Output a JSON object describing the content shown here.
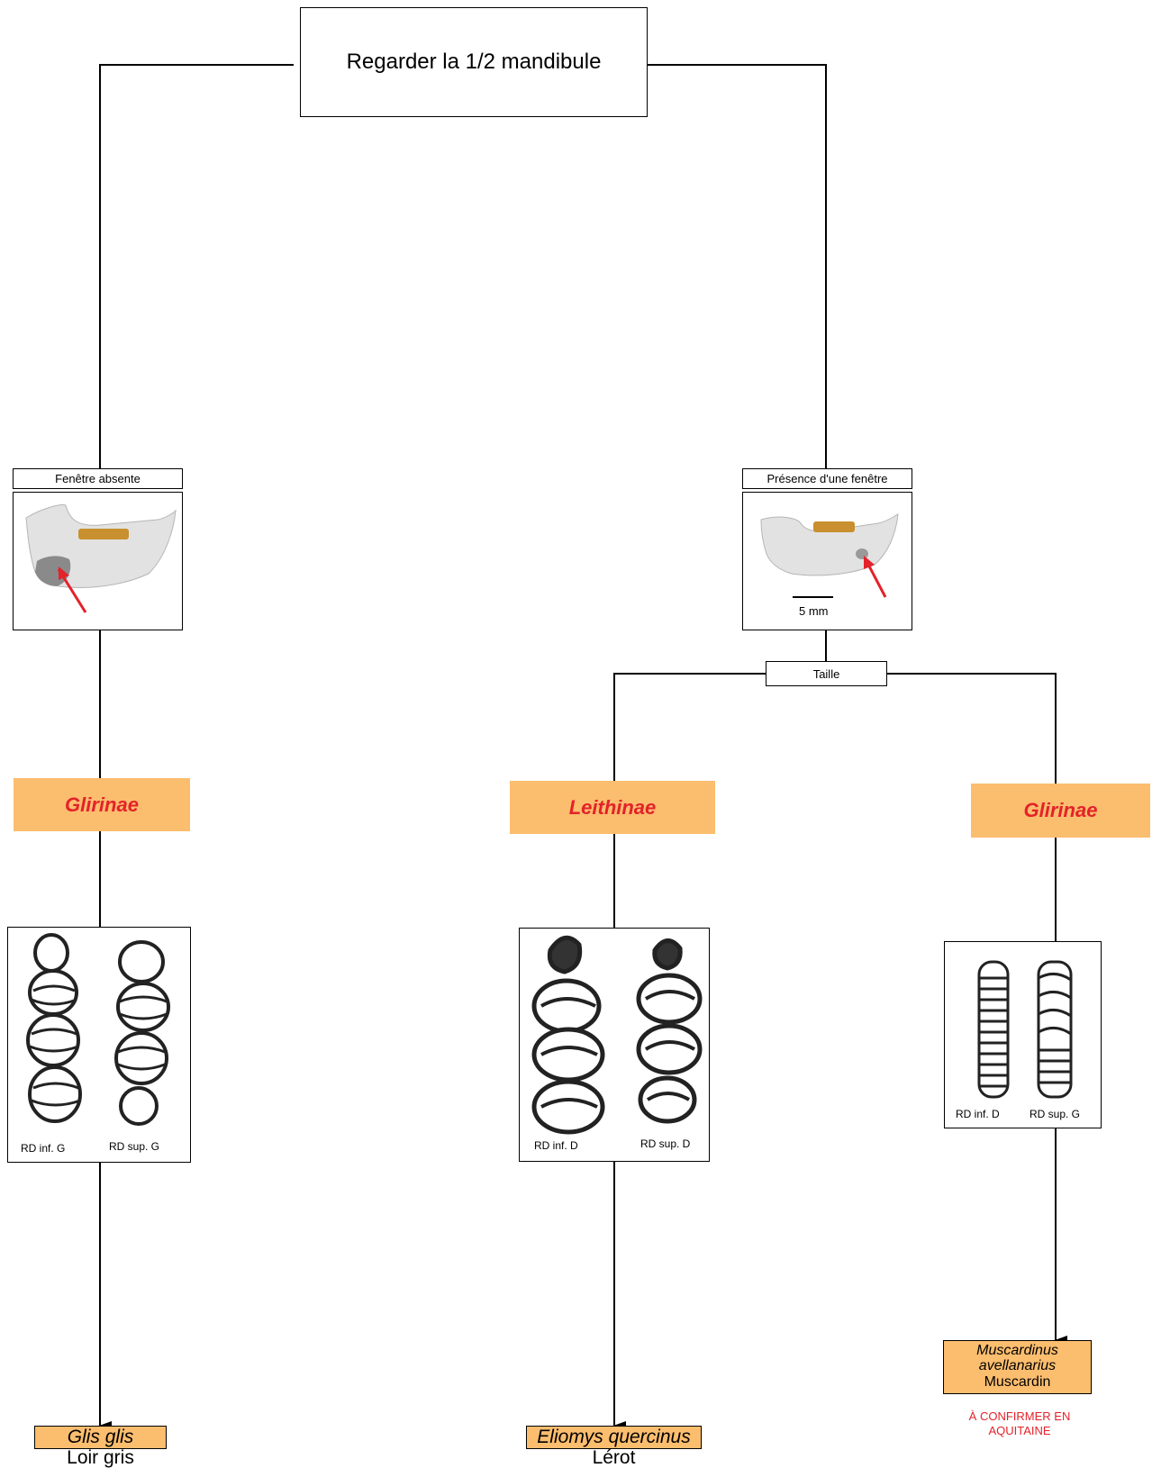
{
  "root": {
    "label": "Regarder la 1/2 mandibule"
  },
  "left_branch": {
    "criterion": "Fenêtre absente",
    "subfamily": "Glirinae",
    "teeth_captions": [
      "RD inf. G",
      "RD sup. G"
    ],
    "species": {
      "scientific": "Glis glis",
      "common": "Loir gris"
    }
  },
  "right_branch": {
    "criterion": "Présence d'une fenêtre",
    "scale_label": "5 mm",
    "size_criterion": "Taille",
    "middle": {
      "subfamily": "Leithinae",
      "teeth_captions": [
        "RD inf. D",
        "RD sup. D"
      ],
      "species": {
        "scientific": "Eliomys quercinus",
        "common": "Lérot"
      }
    },
    "right": {
      "subfamily": "Glirinae",
      "teeth_captions": [
        "RD inf. D",
        "RD sup. G"
      ],
      "species": {
        "scientific_line1": "Muscardinus",
        "scientific_line2": "avellanarius",
        "common": "Muscardin"
      },
      "note_line1": "À CONFIRMER EN",
      "note_line2": "AQUITAINE"
    }
  },
  "colors": {
    "taxon_fill": "#fbbd6e",
    "taxon_text": "#e3222a",
    "arrow": "#e3222a",
    "bone": "#d8d8d8",
    "teeth": "#c8902e"
  }
}
